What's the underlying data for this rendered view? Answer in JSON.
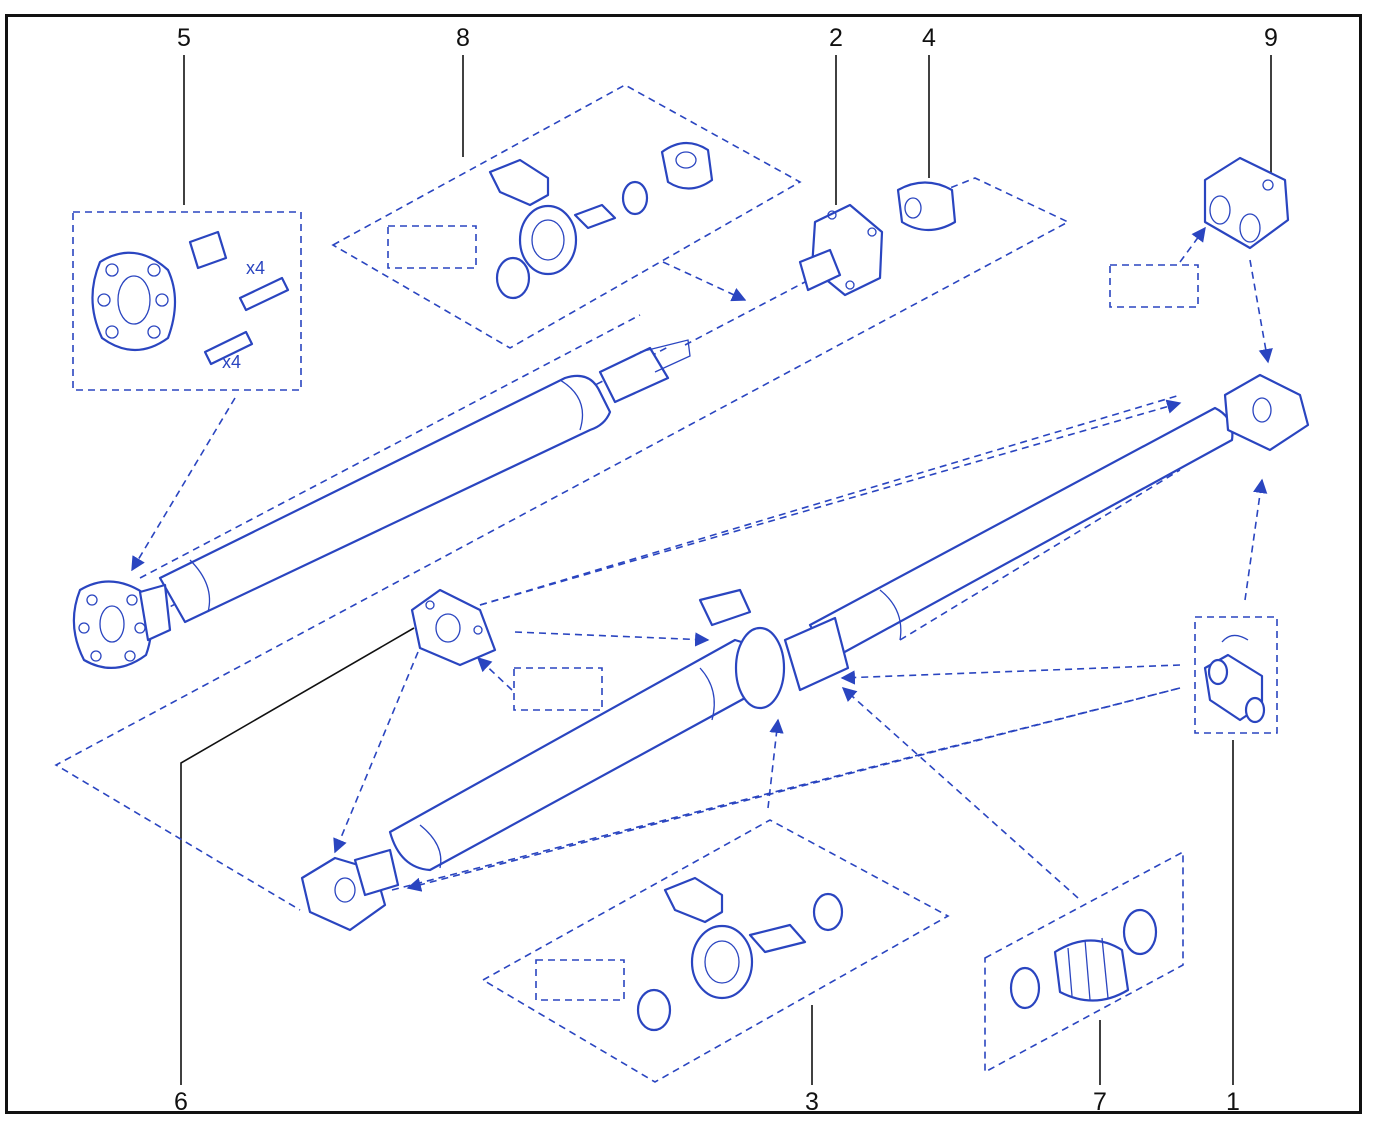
{
  "diagram": {
    "callouts": [
      {
        "id": "c1",
        "label": "1"
      },
      {
        "id": "c2",
        "label": "2"
      },
      {
        "id": "c3",
        "label": "3"
      },
      {
        "id": "c4",
        "label": "4"
      },
      {
        "id": "c5",
        "label": "5"
      },
      {
        "id": "c6",
        "label": "6"
      },
      {
        "id": "c7",
        "label": "7"
      },
      {
        "id": "c8",
        "label": "8"
      },
      {
        "id": "c9",
        "label": "9"
      }
    ],
    "quantities": {
      "bolt_upper": "x4",
      "bolt_lower": "x4"
    },
    "colors": {
      "line": "#2a45c0",
      "text": "#111111",
      "frame": "#111111"
    }
  }
}
